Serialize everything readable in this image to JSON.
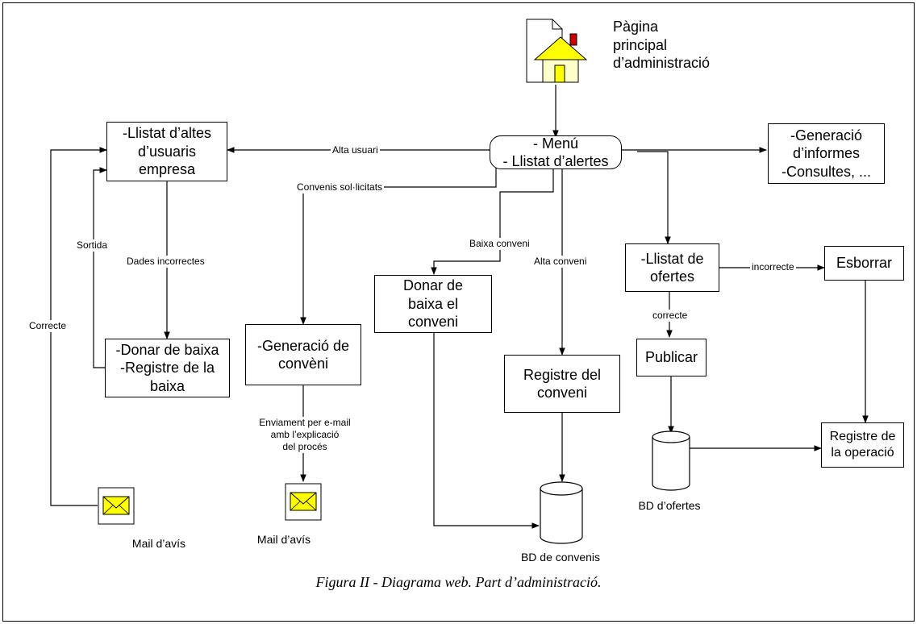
{
  "header": {
    "title": "Pàgina\nprincipal\nd’administració"
  },
  "nodes": {
    "menu": "- Menú\n- Llistat d’alertes",
    "llistat_altes": "-Llistat d’altes\nd’usuaris\nempresa",
    "generacio_informes": "-Generació\nd’informes\n-Consultes, ...",
    "donar_baixa": "-Donar de baixa\n-Registre de la\nbaixa",
    "generacio_conveni": "-Generació de\nconvèni",
    "donar_baixa_conveni": "Donar de\nbaixa el\nconveni",
    "registre_conveni": "Registre del\nconveni",
    "llistat_ofertes": "-Llistat de\nofertes",
    "esborrar": "Esborrar",
    "publicar": "Publicar",
    "registre_operacio": "Registre de\nla operació"
  },
  "edge_labels": {
    "alta_usuari": "Alta usuari",
    "convenis_sollicitats": "Convenis sol·licitats",
    "baixa_conveni": "Baixa conveni",
    "alta_conveni": "Alta conveni",
    "incorrecte": "incorrecte",
    "correcte_ofertes": "correcte",
    "sortida": "Sortida",
    "dades_incorrectes": "Dades incorrectes",
    "correcte": "Correcte",
    "enviament": "Enviament per e-mail\namb l’explicació\ndel procés"
  },
  "data_stores": {
    "bd_convenis": "BD de convenis",
    "bd_ofertes": "BD d’ofertes"
  },
  "mail_labels": {
    "mail1": "Mail d’avís",
    "mail2": "Mail d’avís"
  },
  "caption": "Figura II - Diagrama web. Part d’administració.",
  "icons": {
    "home": "house-page-icon",
    "mail": "envelope-icon",
    "database": "database-cylinder-icon"
  },
  "colors": {
    "house_roof": "#ffff00",
    "house_wall": "#ffffcc",
    "chimney": "#cc0000",
    "envelope": "#ffff00"
  }
}
